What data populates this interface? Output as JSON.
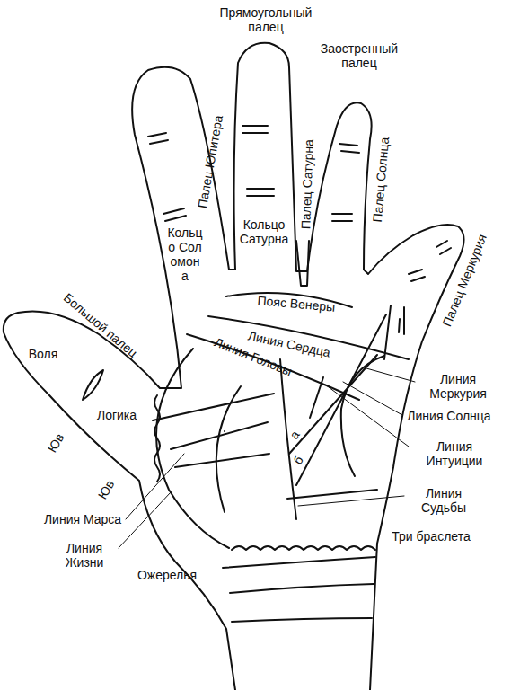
{
  "diagram": {
    "labels": [
      "Прямоугольный палец",
      "Заостренный палец",
      "Палец Юпитера",
      "Палец Сатурна",
      "Палец Солнца",
      "Палец Меркурия",
      "Кольцо Сатурна",
      "Кольцо Соломона",
      "Большой палец",
      "Воля",
      "Логика",
      "Юв",
      "Юв",
      "Пояс Венеры",
      "Линия Сердца",
      "Линия Головы",
      "Линия Меркурия",
      "Линия Солнца",
      "Линия Интуиции",
      "Линия Судьбы",
      "Три браслета",
      "Линия Марса",
      "Линия Жизни",
      "Ожерелья",
      "а",
      "б"
    ]
  }
}
